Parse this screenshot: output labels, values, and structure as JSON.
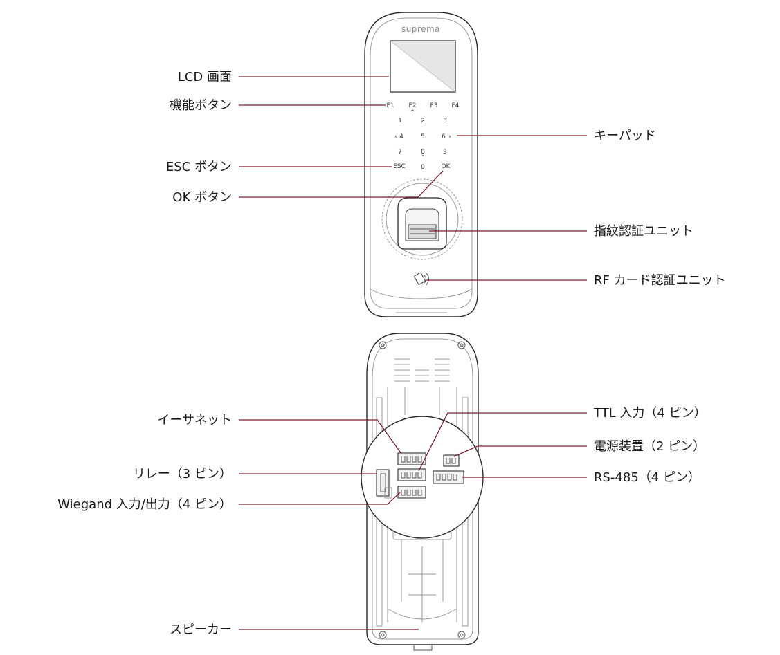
{
  "device": {
    "brand": "suprema",
    "keypad_keys": {
      "f1": "F1",
      "f2": "F2",
      "f3": "F3",
      "f4": "F4",
      "k1": "1",
      "k2": "2",
      "k3": "3",
      "k4": "4",
      "k5": "5",
      "k6": "6",
      "k7": "7",
      "k8": "8",
      "k9": "9",
      "esc": "ESC",
      "k0": "0",
      "ok": "OK"
    }
  },
  "front_labels": {
    "lcd": "LCD 画面",
    "function_buttons": "機能ボタン",
    "esc_button": "ESC ボタン",
    "ok_button": "OK ボタン",
    "keypad": "キーパッド",
    "fingerprint_unit": "指紋認証ユニット",
    "rf_card_unit": "RF カード認証ユニット"
  },
  "back_labels": {
    "ethernet": "イーサネット",
    "relay": "リレー（3 ピン）",
    "wiegand": "Wiegand 入力/出力（4 ピン）",
    "speaker": "スピーカー",
    "ttl_input": "TTL 入力（4 ピン）",
    "power": "電源装置（2 ピン）",
    "rs485": "RS-485（4 ピン）"
  }
}
